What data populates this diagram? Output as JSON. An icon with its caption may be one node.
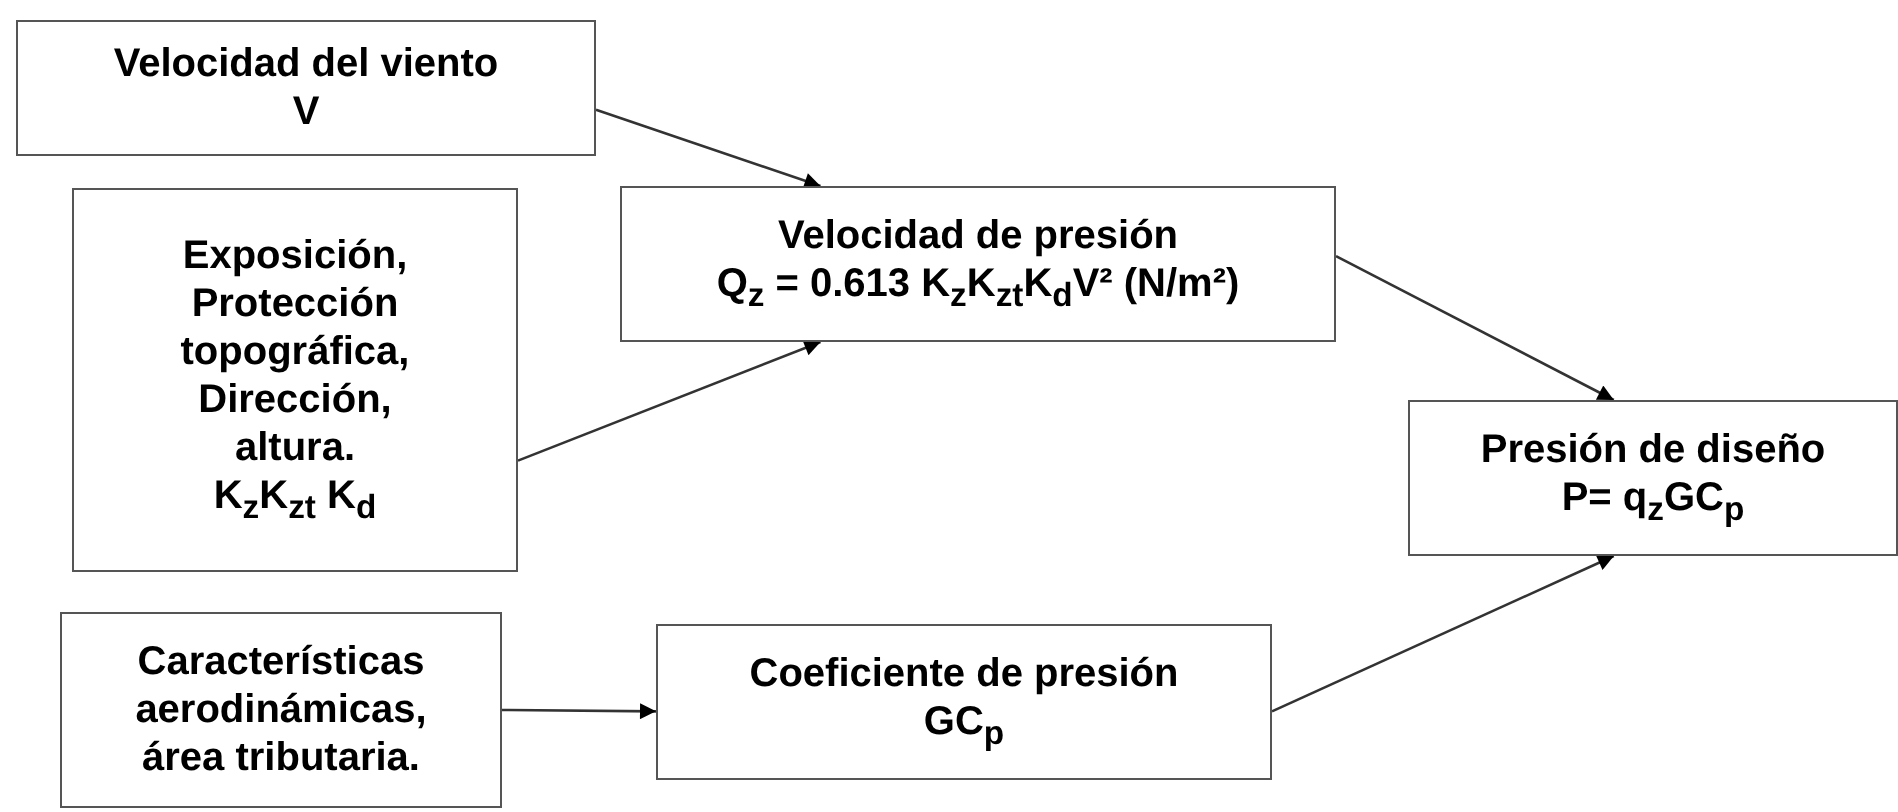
{
  "diagram": {
    "nodes": [
      {
        "text": [
          "Velocidad del viento",
          "V"
        ]
      },
      {
        "text": [
          "Exposición, Protección topográfica, Dirección, altura.",
          "K$_{z}$K$_{zt}$ K$_{d}$"
        ]
      },
      {
        "text": [
          "Velocidad de presión",
          "Q$_{z}$ = 0.613 K$_{z}$K$_{zt}$K$_{d}$V² (N/m²)"
        ]
      },
      {
        "text": [
          "Presión de diseño",
          "P= q$_{z}$GC$_{p}$"
        ]
      },
      {
        "text": [
          "Características aerodinámicas, área tributaria."
        ]
      },
      {
        "text": [
          "Coeficiente de presión",
          "GC$_{p}$"
        ]
      }
    ],
    "edges": [
      {
        "from": 0,
        "to": 2,
        "arrow": "to"
      },
      {
        "from": 1,
        "to": 2,
        "arrow": "to"
      },
      {
        "from": 2,
        "to": 3,
        "arrow": "to"
      },
      {
        "from": 4,
        "to": 5,
        "arrow": "to"
      },
      {
        "from": 5,
        "to": 3,
        "arrow": "to"
      }
    ]
  }
}
